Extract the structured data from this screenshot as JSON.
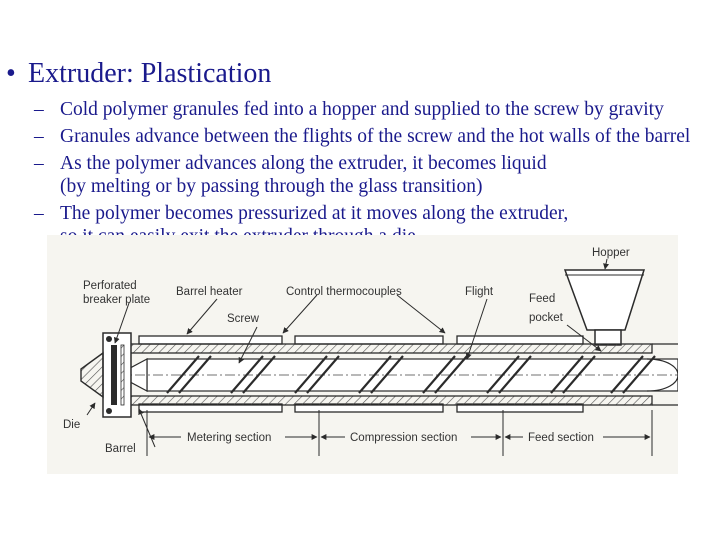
{
  "slide": {
    "heading": {
      "bullet": "•",
      "text": "Extruder: Plastication"
    },
    "bullets": [
      {
        "dash": "–",
        "lines": [
          "Cold polymer granules fed into a hopper and supplied to the screw by gravity"
        ]
      },
      {
        "dash": "–",
        "lines": [
          "Granules advance between the flights of the screw and the hot walls of the barrel"
        ]
      },
      {
        "dash": "–",
        "lines": [
          "As the polymer advances along the extruder, it becomes liquid",
          "(by melting or by passing through the glass transition)"
        ]
      },
      {
        "dash": "–",
        "lines": [
          "The polymer becomes pressurized at it moves along the extruder,",
          "so it can easily exit the extruder through a die."
        ]
      }
    ]
  },
  "diagram": {
    "labels": {
      "hopper": "Hopper",
      "perforated_1": "Perforated",
      "perforated_2": "breaker plate",
      "barrel_heater": "Barrel heater",
      "control_thermocouples": "Control thermocouples",
      "flight": "Flight",
      "feed_1": "Feed",
      "feed_2": "pocket",
      "screw": "Screw",
      "die": "Die",
      "barrel": "Barrel",
      "metering": "Metering section",
      "compression": "Compression section",
      "feed_section": "Feed section"
    }
  },
  "colors": {
    "text": "#1a1a8c",
    "figure_bg": "#f6f5f0",
    "line": "#2b2b2b"
  }
}
